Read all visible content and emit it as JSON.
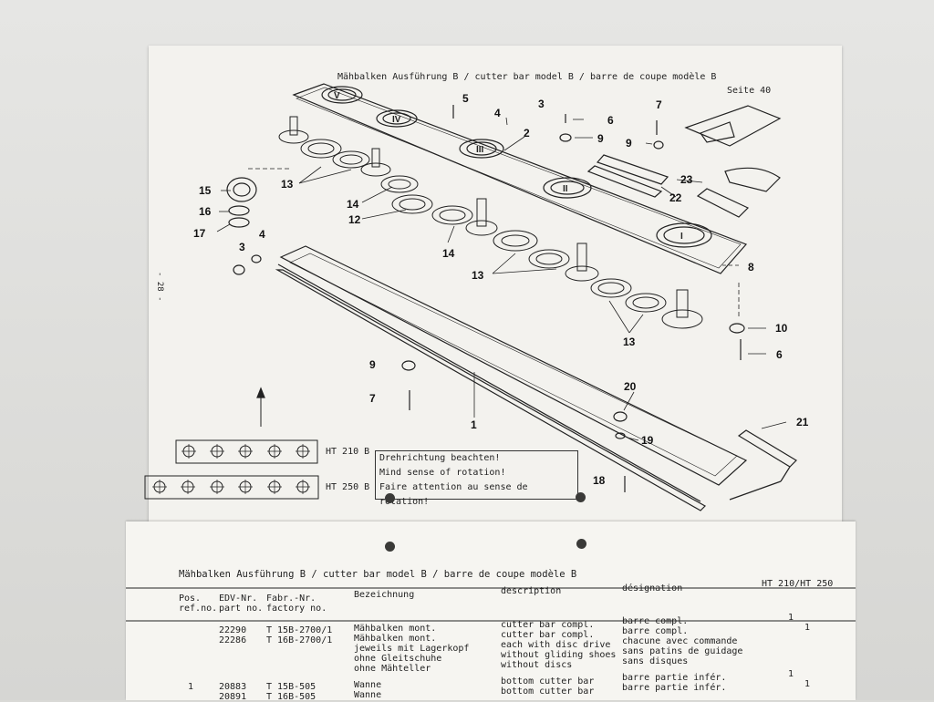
{
  "header_title": "Mähbalken Ausführung B / cutter bar model B / barre de coupe modèle B",
  "page_number": "- 28 -",
  "seite_ref": "Seite 40",
  "notice": [
    "Drehrichtung beachten!",
    "Mind sense of rotation!",
    "Faire attention au sense de rotation!"
  ],
  "models": {
    "ht210": "HT 210 B",
    "ht250": "HT 250 B"
  },
  "callouts": [
    "1",
    "2",
    "3",
    "3",
    "4",
    "4",
    "5",
    "6",
    "6",
    "7",
    "7",
    "8",
    "9",
    "9",
    "9",
    "10",
    "12",
    "13",
    "13",
    "13",
    "14",
    "14",
    "15",
    "16",
    "17",
    "18",
    "19",
    "20",
    "21",
    "22",
    "23"
  ],
  "table": {
    "title": "Mähbalken Ausführung B / cutter bar model B / barre de coupe modèle B",
    "headers": {
      "pos": "Pos.",
      "refno": "ref.no.",
      "edv": "EDV-Nr.",
      "partno": "part no.",
      "fabr": "Fabr.-Nr.",
      "factory": "factory no.",
      "bezeichnung": "Bezeichnung",
      "description": "description",
      "designation": "désignation",
      "models": "HT 210/HT 250"
    },
    "rows": [
      {
        "pos": "",
        "edv": "22290\n22286",
        "fabr": "T 15B-2700/1\nT 16B-2700/1",
        "bezeichnung": "Mähbalken mont.\nMähbalken mont.\njeweils mit Lagerkopf\nohne Gleitschuhe\nohne Mähteller",
        "description": "cutter bar compl.\ncutter bar compl.\neach with disc drive\nwithout gliding shoes\nwithout discs",
        "designation": "barre compl.\nbarre compl.\nchacune avec commande\nsans patins de guidage\nsans disques",
        "qty210": "1",
        "qty250": "1"
      },
      {
        "pos": "1",
        "edv": "20883\n20891",
        "fabr": "T 15B-505\nT 16B-505",
        "bezeichnung": "Wanne\nWanne",
        "description": "bottom cutter bar\nbottom cutter bar",
        "designation": "barre partie infér.\nbarre partie infér.",
        "qty210": "1",
        "qty250": "1"
      }
    ]
  }
}
